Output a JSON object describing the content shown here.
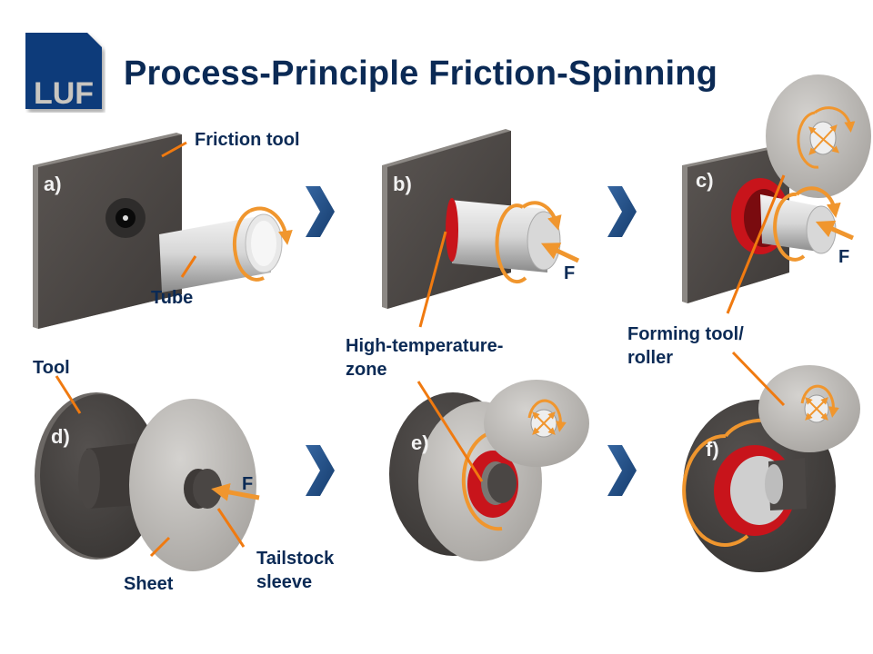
{
  "logo": {
    "text": "LUF",
    "color": "#0d3a7a"
  },
  "title": "Process-Principle Friction-Spinning",
  "colors": {
    "title": "#0b2a55",
    "leader_line": "#f07a10",
    "chevron": "#1e4a82",
    "heat_zone": "#c8141b",
    "arrow": "#f0962e"
  },
  "steps": [
    {
      "id": "a",
      "label": "a)"
    },
    {
      "id": "b",
      "label": "b)"
    },
    {
      "id": "c",
      "label": "c)"
    },
    {
      "id": "d",
      "label": "d)"
    },
    {
      "id": "e",
      "label": "e)"
    },
    {
      "id": "f",
      "label": "f)"
    }
  ],
  "callouts": {
    "friction_tool": "Friction tool",
    "tube": "Tube",
    "high_temp_line1": "High-temperature-",
    "high_temp_line2": "zone",
    "forming_tool_line1": "Forming tool/",
    "forming_tool_line2": "roller",
    "tool": "Tool",
    "sheet": "Sheet",
    "tailstock_line1": "Tailstock",
    "tailstock_line2": "sleeve"
  },
  "force_label": "F"
}
